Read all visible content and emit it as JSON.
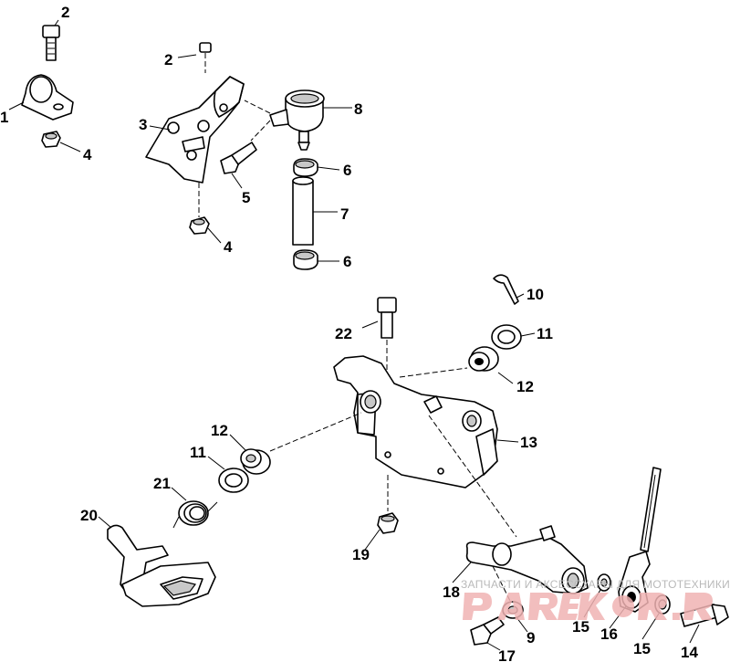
{
  "callouts": {
    "c1": "1",
    "c2a": "2",
    "c2b": "2",
    "c3": "3",
    "c4a": "4",
    "c4b": "4",
    "c5": "5",
    "c6a": "6",
    "c6b": "6",
    "c7": "7",
    "c8": "8",
    "c9": "9",
    "c10": "10",
    "c11a": "11",
    "c11b": "11",
    "c12a": "12",
    "c12b": "12",
    "c13": "13",
    "c14": "14",
    "c15a": "15",
    "c15b": "15",
    "c16": "16",
    "c17": "17",
    "c18": "18",
    "c19": "19",
    "c20": "20",
    "c21": "21",
    "c22": "22"
  },
  "watermark": {
    "text": "ЗАПЧАСТИ И АКСЕССУАРЫ ДЛЯ МОТОТЕХНИКИ",
    "logo_color": "#f0b3b3"
  },
  "colors": {
    "line": "#000000",
    "background": "#ffffff"
  }
}
